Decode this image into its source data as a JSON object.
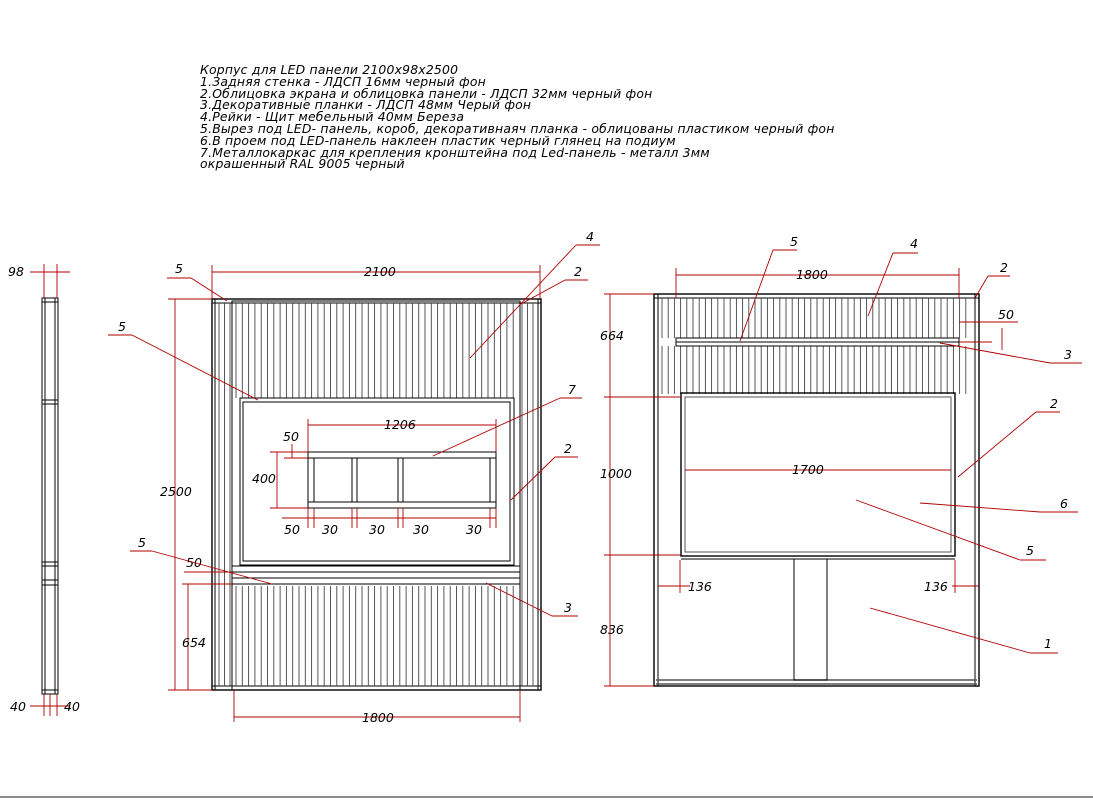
{
  "notes": [
    "Корпус для LED панели 2100х98х2500",
    "1.Задняя стенка - ЛДСП 16мм черный фон",
    "2.Облицовка экрана и облицовка панели - ЛДСП 32мм черный фон",
    "3.Декоративные планки - ЛДСП 48мм Черый фон",
    "4.Рейки - Щит мебельный 40мм Береза",
    "5.Вырез под LED- панель, короб, декоративнаяч планка - облицованы пластиком черный фон",
    "6.В проем под LED-панель наклеен пластик черный глянец на подиум",
    "7.Металлокаркас для крепления кронштейна под Led-панель - металл 3мм",
    "окрашенный RAL 9005 черный"
  ],
  "side_view": {
    "dim_depth": "98",
    "dim_left": "40",
    "dim_right": "40"
  },
  "front_view": {
    "dim_width": "2100",
    "dim_height": "2500",
    "dim_lower": "654",
    "dim_strip": "50",
    "dim_bottom": "1800",
    "dim_frame_w": "1206",
    "dim_frame_h": "400",
    "dim_frame_top": "50",
    "dim_segments": [
      "50",
      "30",
      "30",
      "30",
      "30"
    ],
    "callouts": {
      "c5a": "5",
      "c4": "4",
      "c2a": "2",
      "c5b": "5",
      "c7": "7",
      "c2b": "2",
      "c5c": "5",
      "c3": "3"
    }
  },
  "back_view": {
    "dim_top": "1800",
    "dim_h1": "664",
    "dim_h2": "1000",
    "dim_h3": "836",
    "dim_screen": "1700",
    "dim_strip": "50",
    "dim_left": "136",
    "dim_right": "136",
    "callouts": {
      "c5": "5",
      "c4": "4",
      "c2a": "2",
      "c3": "3",
      "c2b": "2",
      "c6": "6",
      "c5b": "5",
      "c1": "1"
    }
  }
}
